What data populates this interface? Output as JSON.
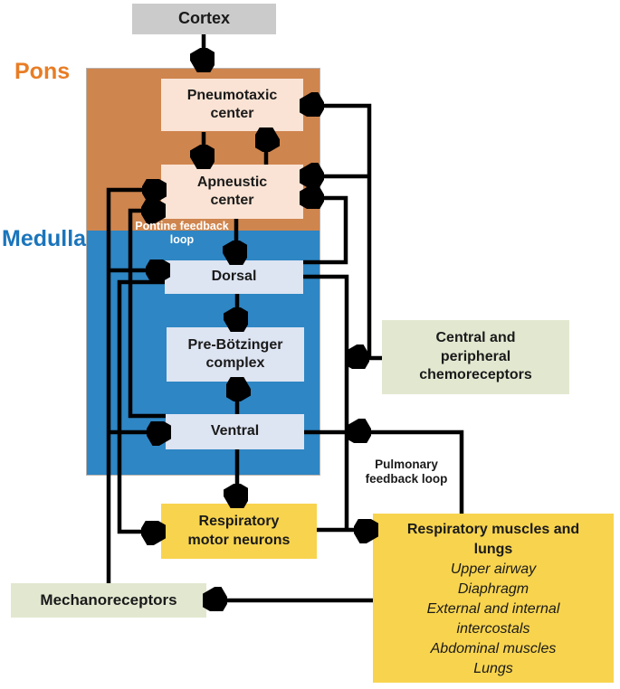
{
  "diagram_title": "Respiratory control centers flow diagram",
  "colors": {
    "pons_fill": "#cf854e",
    "pons_label": "#e87d25",
    "medulla_fill": "#2e86c4",
    "medulla_label": "#1b75bb",
    "pontine_node_fill": "#fae3d4",
    "medulla_node_fill": "#dde4f2",
    "yellow_node_fill": "#f8d44e",
    "green_node_fill": "#e2e8d0",
    "cortex_fill": "#cbcbcb",
    "arrow": "#000000"
  },
  "regions": {
    "pons": {
      "label": "Pons"
    },
    "medulla": {
      "label": "Medulla"
    }
  },
  "nodes": {
    "cortex": {
      "label": "Cortex"
    },
    "pneumotaxic": {
      "label": "Pneumotaxic center"
    },
    "apneustic": {
      "label": "Apneustic center"
    },
    "dorsal": {
      "label": "Dorsal"
    },
    "prebotzinger": {
      "label": "Pre-Bötzinger complex"
    },
    "ventral": {
      "label": "Ventral"
    },
    "motor_neurons": {
      "label": "Respiratory motor neurons"
    },
    "chemoreceptors": {
      "label": "Central and peripheral chemoreceptors"
    },
    "mechanoreceptors": {
      "label": "Mechanoreceptors"
    },
    "muscles": {
      "title": "Respiratory muscles and lungs",
      "items": [
        "Upper airway",
        "Diaphragm",
        "External and internal intercostals",
        "Abdominal muscles",
        "Lungs"
      ]
    }
  },
  "annotations": {
    "pontine": {
      "line1": "Pontine",
      "line2": "feedback loop"
    },
    "pulmonary": {
      "line1": "Pulmonary",
      "line2": "feedback loop"
    }
  }
}
